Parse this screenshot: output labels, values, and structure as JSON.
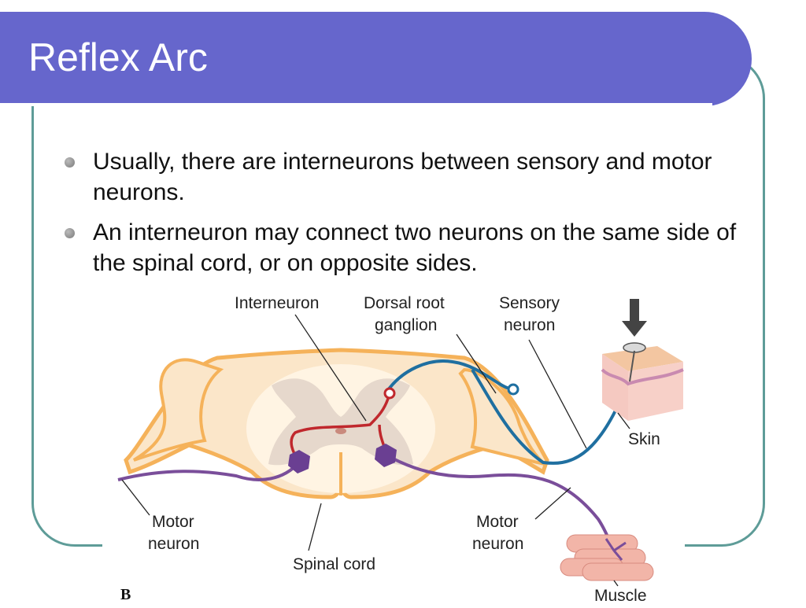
{
  "slide": {
    "title": "Reflex Arc"
  },
  "bullets": [
    "Usually, there are interneurons between sensory and motor neurons.",
    "An interneuron may connect two neurons on the same side of the spinal cord, or on opposite sides."
  ],
  "figure": {
    "labels": {
      "interneuron": "Interneuron",
      "dorsal_root_1": "Dorsal root",
      "dorsal_root_2": "ganglion",
      "sensory_1": "Sensory",
      "sensory_2": "neuron",
      "skin": "Skin",
      "motor_left_1": "Motor",
      "motor_left_2": "neuron",
      "motor_right_1": "Motor",
      "motor_right_2": "neuron",
      "spinal_cord": "Spinal cord",
      "muscle": "Muscle",
      "panel": "B"
    },
    "colors": {
      "sensory_neuron": "#1f6fa0",
      "interneuron": "#c0282d",
      "motor_neuron": "#7a4e9a",
      "cord_outline": "#f5b25a",
      "gray_matter": "#e6d8cc"
    }
  },
  "theme": {
    "title_bar": "#6666cc",
    "frame": "#5e9c98"
  }
}
